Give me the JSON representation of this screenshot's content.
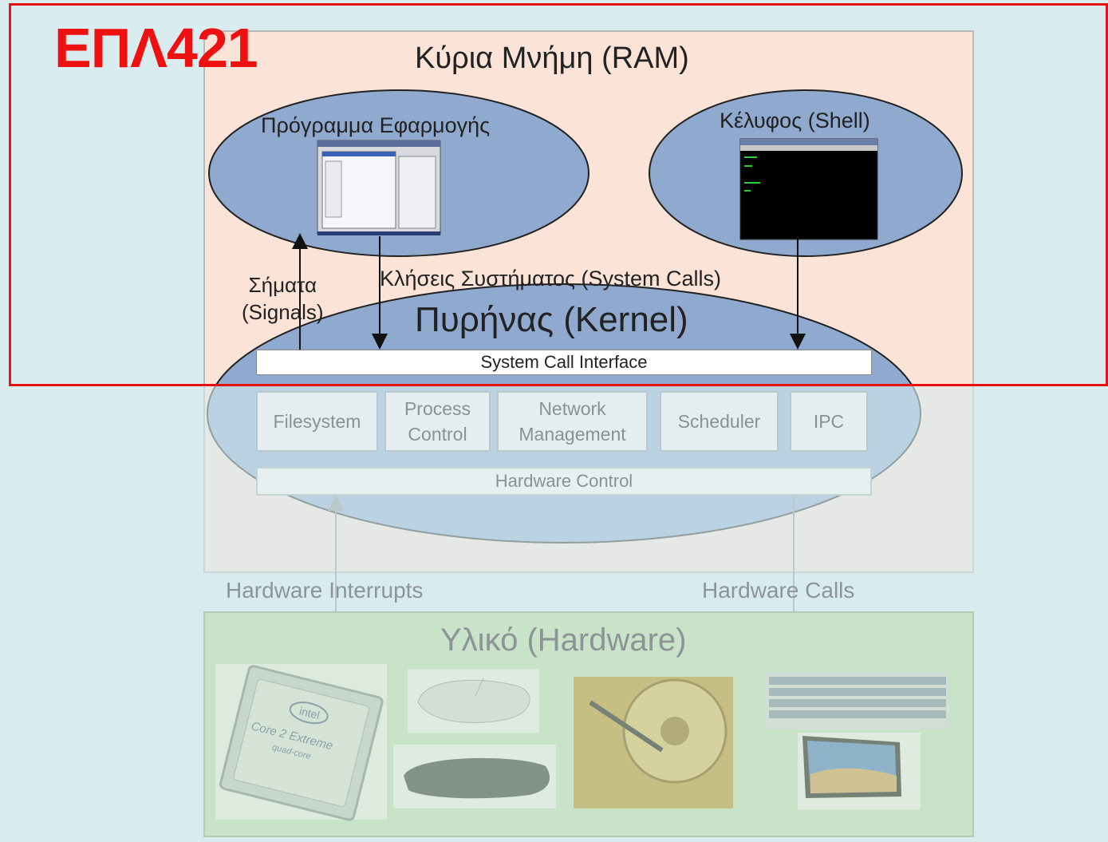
{
  "course_code": "ΕΠΛ421",
  "ram": {
    "title": "Κύρια Μνήμη (RAM)"
  },
  "processes": {
    "app_label": "Πρόγραμμα Εφαρμογής",
    "shell_label": "Κέλυφος (Shell)"
  },
  "signals": {
    "line1": "Σήματα",
    "line2": "(Signals)"
  },
  "system_calls_label": "Κλήσεις Συστήματος (System Calls)",
  "kernel": {
    "title": "Πυρήνας (Kernel)",
    "syscall_interface": "System Call Interface",
    "subsystems": {
      "filesystem": "Filesystem",
      "process_1": "Process",
      "process_2": "Control",
      "network_1": "Network",
      "network_2": "Management",
      "scheduler": "Scheduler",
      "ipc": "IPC"
    },
    "hardware_control": "Hardware Control"
  },
  "hardware_interrupts_label": "Hardware Interrupts",
  "hardware_calls_label": "Hardware Calls",
  "hardware": {
    "title": "Υλικό (Hardware)",
    "cpu_brand": "intel",
    "cpu_model_1": "Core 2 Extreme",
    "cpu_model_2": "quad-core"
  }
}
